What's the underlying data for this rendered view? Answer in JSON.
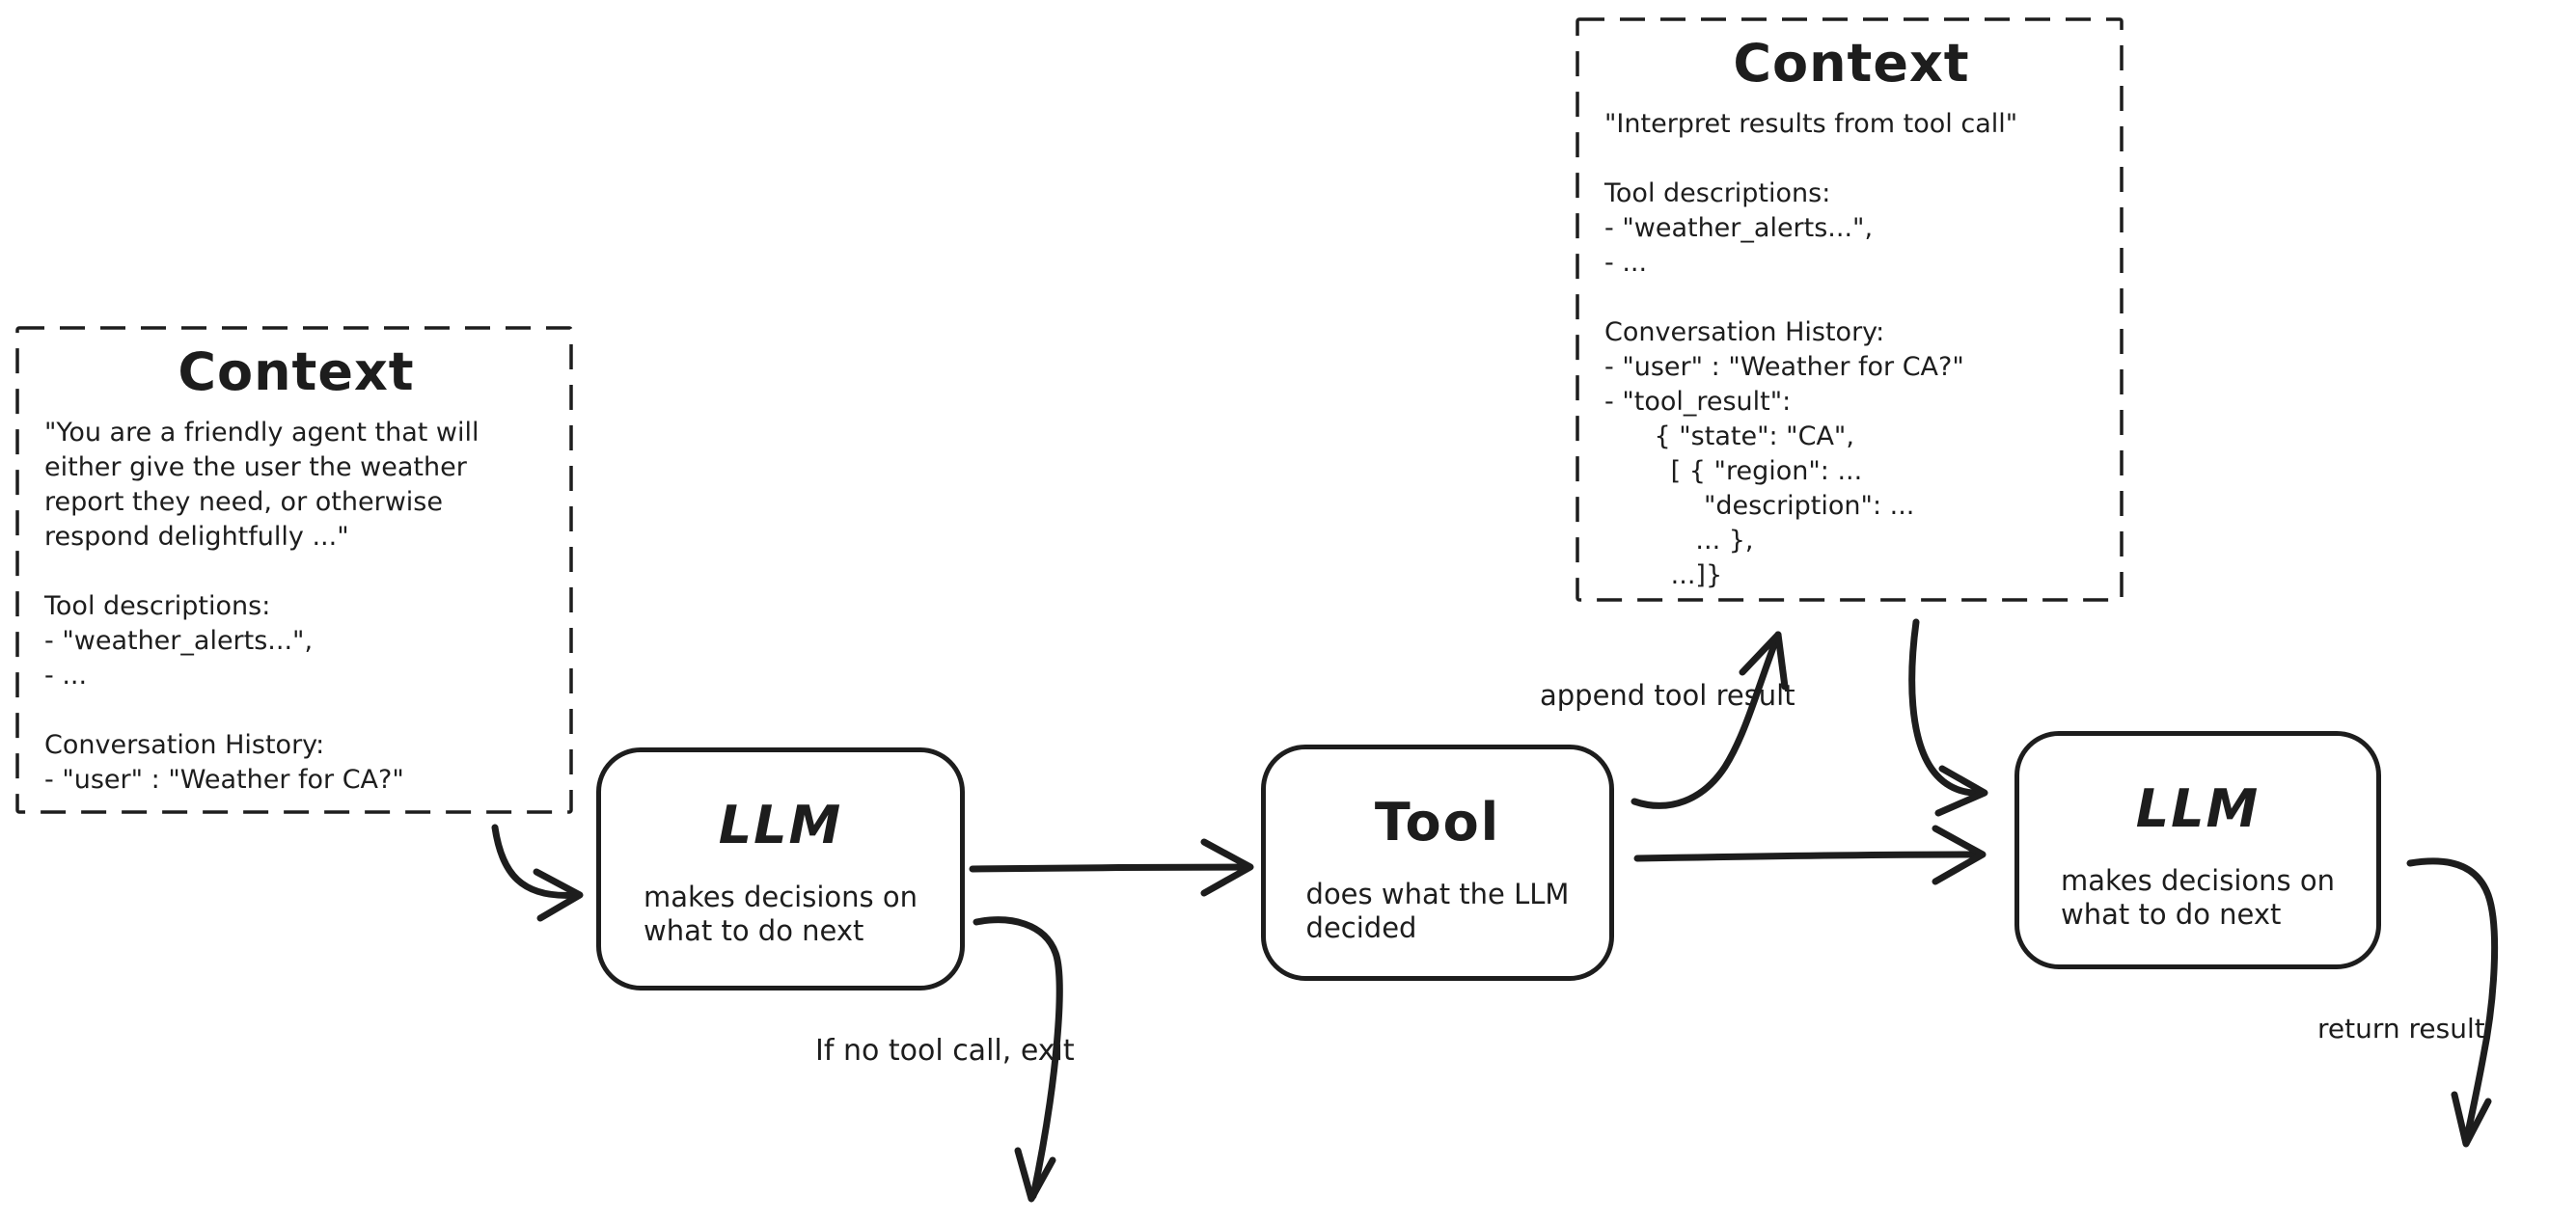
{
  "canvas": {
    "ink": "#1d1d1d",
    "background": "#ffffff"
  },
  "context_left": {
    "title": "Context",
    "lines": [
      "\"You are a friendly agent that will",
      "either give the user the weather",
      "report they need, or otherwise",
      "respond delightfully ...\"",
      "",
      "Tool descriptions:",
      "- \"weather_alerts...\",",
      "- ...",
      "",
      "Conversation History:",
      "- \"user\" : \"Weather for CA?\""
    ]
  },
  "context_right": {
    "title": "Context",
    "lines": [
      "\"Interpret results from tool call\"",
      "",
      "Tool descriptions:",
      "- \"weather_alerts...\",",
      "- ...",
      "",
      "Conversation History:",
      "- \"user\" : \"Weather for CA?\"",
      "- \"tool_result\":",
      "      { \"state\": \"CA\",",
      "        [ { \"region\": ...",
      "            \"description\": ...",
      "           ... },",
      "        ...]}"
    ]
  },
  "nodes": {
    "llm_first": {
      "title": "LLM",
      "subtitle": "makes decisions on\nwhat to do next"
    },
    "tool": {
      "title": "Tool",
      "subtitle": "does what the LLM\ndecided"
    },
    "llm_second": {
      "title": "LLM",
      "subtitle": "makes decisions on\nwhat to do next"
    }
  },
  "edge_labels": {
    "append_tool_result": "append tool result",
    "no_tool_call_exit": "If no tool call, exit",
    "return_result": "return result"
  }
}
